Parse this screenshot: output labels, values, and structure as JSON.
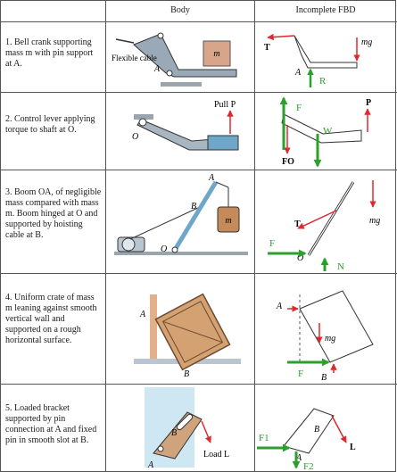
{
  "headers": {
    "body": "Body",
    "fbd": "Incomplete FBD"
  },
  "rows": [
    {
      "description": "1. Bell crank supporting mass m with pin support at A.",
      "body_labels": {
        "cable": "Flexible cable",
        "mass": "m",
        "pin": "A"
      },
      "fbd_labels": {
        "tension": "T",
        "weight": "mg",
        "pin": "A",
        "added": "R"
      }
    },
    {
      "description": "2. Control lever applying torque to shaft at O.",
      "body_labels": {
        "pull": "Pull P",
        "pivot": "O"
      },
      "fbd_labels": {
        "pull": "P",
        "reaction": "FO",
        "added_f": "F",
        "added_w": "W"
      }
    },
    {
      "description": "3. Boom OA, of negligible mass compared with mass m. Boom hinged at O and supported by hoisting cable at B.",
      "body_labels": {
        "a": "A",
        "b": "B",
        "mass": "m",
        "o": "O"
      },
      "fbd_labels": {
        "tension": "T",
        "weight": "mg",
        "o": "O",
        "added_f": "F",
        "added_n": "N"
      }
    },
    {
      "description": "4. Uniform crate of mass m leaning against smooth vertical wall and supported on a rough horizontal surface.",
      "body_labels": {
        "a": "A",
        "b": "B"
      },
      "fbd_labels": {
        "a": "A",
        "b": "B",
        "weight": "mg",
        "added_f": "F"
      }
    },
    {
      "description": "5. Loaded bracket supported by pin connection at A and fixed pin in smooth slot at B.",
      "body_labels": {
        "a": "A",
        "b": "B",
        "load": "Load L"
      },
      "fbd_labels": {
        "a": "A",
        "b": "B",
        "load": "L",
        "added_f1": "F1",
        "added_f2": "F2"
      }
    }
  ],
  "colors": {
    "force_red": "#e0282f",
    "added_green": "#2ca02c",
    "body_tan": "#cfa47c",
    "cable_blue": "#cfe6f3",
    "gray": "#8a9aa8"
  }
}
